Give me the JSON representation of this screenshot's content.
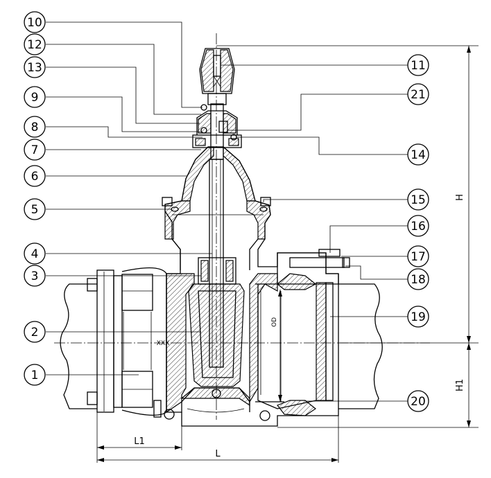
{
  "callouts_left": [
    "10",
    "12",
    "13",
    "9",
    "8",
    "7",
    "6",
    "5",
    "4",
    "3",
    "2",
    "1"
  ],
  "callouts_right": [
    "11",
    "21",
    "14",
    "15",
    "16",
    "17",
    "18",
    "19",
    "20"
  ],
  "dimensions": {
    "H": "H",
    "H1": "H1",
    "L": "L",
    "L1": "L1",
    "OD": "OD"
  },
  "marking": "XXX"
}
